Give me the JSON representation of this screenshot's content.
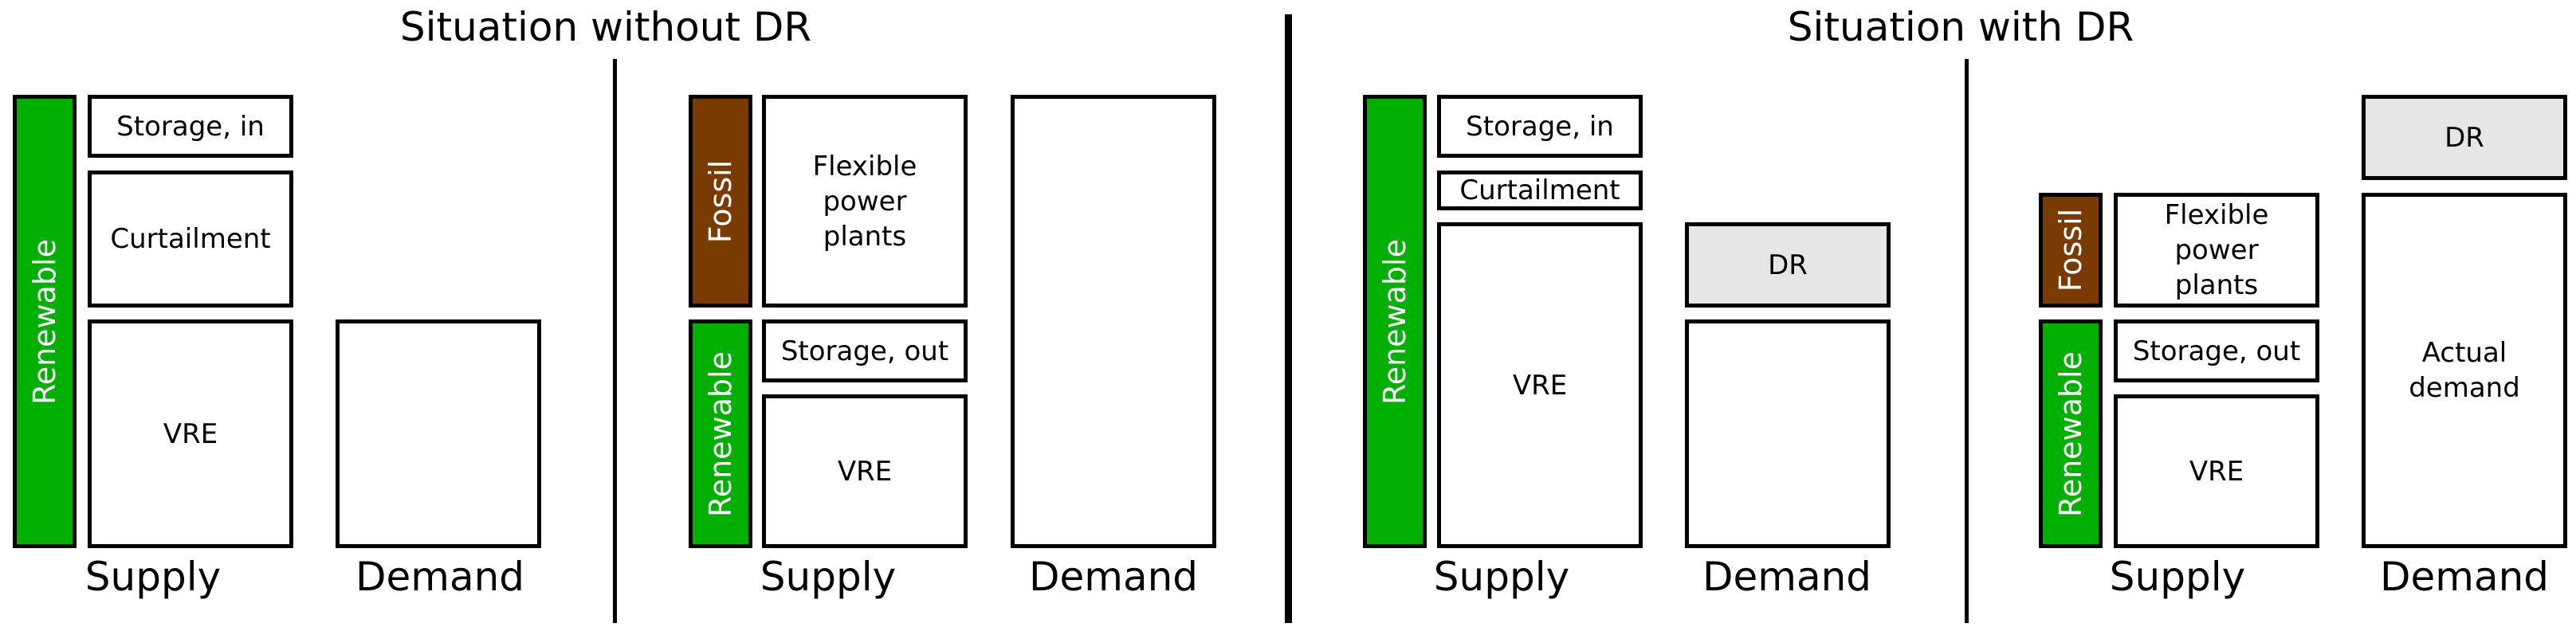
{
  "titles": {
    "without_dr": "Situation without DR",
    "with_dr": "Situation with DR"
  },
  "colors": {
    "renewable": "#00b000",
    "fossil": "#7a3b00",
    "dr": "#e6e6e6"
  },
  "panel1": {
    "renewable": "Renewable",
    "storage_in": "Storage, in",
    "curtailment": "Curtailment",
    "vre": "VRE",
    "supply": "Supply",
    "demand": "Demand"
  },
  "panel2": {
    "fossil": "Fossil",
    "flexible": "Flexible\npower\nplants",
    "renewable": "Renewable",
    "storage_out": "Storage, out",
    "vre": "VRE",
    "supply": "Supply",
    "demand": "Demand"
  },
  "panel3": {
    "renewable": "Renewable",
    "storage_in": "Storage, in",
    "curtailment": "Curtailment",
    "vre": "VRE",
    "dr": "DR",
    "supply": "Supply",
    "demand": "Demand"
  },
  "panel4": {
    "dr": "DR",
    "fossil": "Fossil",
    "flexible": "Flexible\npower\nplants",
    "renewable": "Renewable",
    "storage_out": "Storage, out",
    "vre": "VRE",
    "actual_demand": "Actual\ndemand",
    "supply": "Supply",
    "demand": "Demand"
  }
}
